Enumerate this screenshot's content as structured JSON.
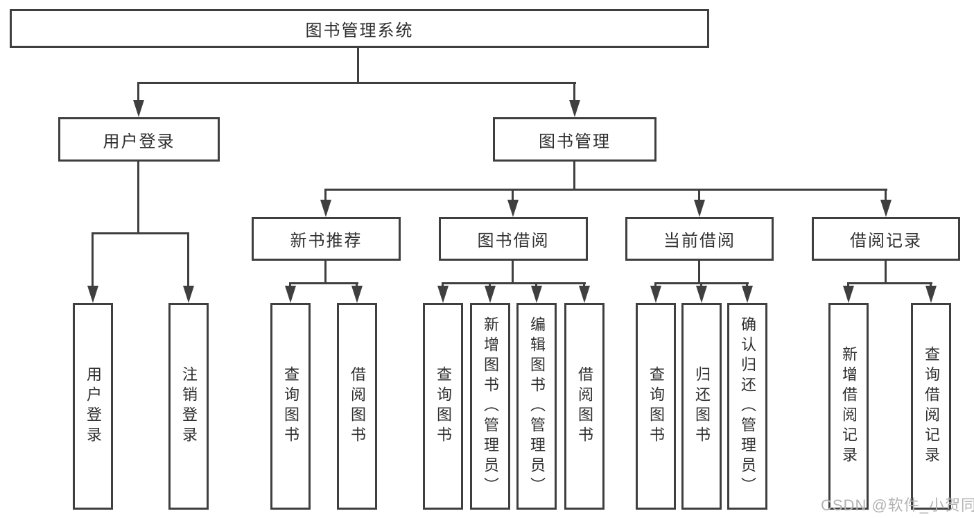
{
  "diagram": {
    "title": "图书管理系统",
    "root": {
      "label": "图书管理系统"
    },
    "branches": {
      "user_login": {
        "label": "用户登录",
        "children": [
          {
            "label": "用户登录"
          },
          {
            "label": "注销登录"
          }
        ]
      },
      "book_management": {
        "label": "图书管理",
        "children": [
          {
            "label": "新书推荐",
            "children": [
              {
                "label": "查询图书"
              },
              {
                "label": "借阅图书"
              }
            ]
          },
          {
            "label": "图书借阅",
            "children": [
              {
                "label": "查询图书"
              },
              {
                "label": "新增图书（管理员）"
              },
              {
                "label": "编辑图书（管理员）"
              },
              {
                "label": "借阅图书"
              }
            ]
          },
          {
            "label": "当前借阅",
            "children": [
              {
                "label": "查询图书"
              },
              {
                "label": "归还图书"
              },
              {
                "label": "确认归还（管理员）"
              }
            ]
          },
          {
            "label": "借阅记录",
            "children": [
              {
                "label": "新增借阅记录"
              },
              {
                "label": "查询借阅记录"
              }
            ]
          }
        ]
      }
    },
    "watermark": "CSDN @软件_小贺同学",
    "colors": {
      "line": "#3f3f3f",
      "text": "#2f2f2f",
      "watermark": "#b3b3b3",
      "background": "#ffffff"
    }
  }
}
